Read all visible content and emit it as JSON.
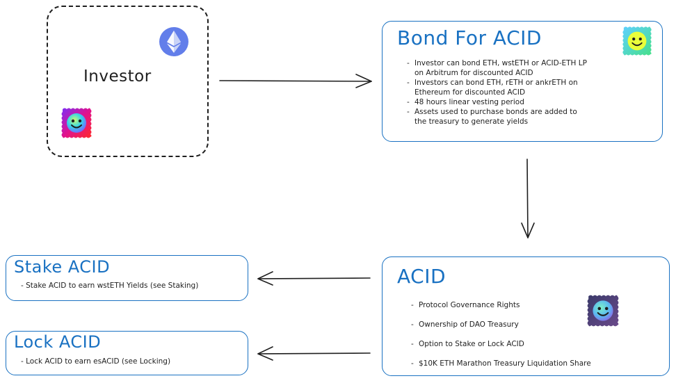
{
  "investor": {
    "label": "Investor",
    "icons": [
      "ethereum-icon",
      "smiley-stamp-icon"
    ]
  },
  "bond": {
    "title": "Bond For ACID",
    "bullets": [
      [
        "Investor can bond ETH, wstETH or ACID-ETH LP",
        "on Arbitrum for discounted ACID"
      ],
      [
        "Investors can bond ETH, rETH or ankrETH on",
        "Ethereum for discounted ACID"
      ],
      [
        "48 hours linear vesting period"
      ],
      [
        "Assets used to purchase bonds are added to",
        "the treasury to generate yields"
      ]
    ]
  },
  "acid": {
    "title": "ACID",
    "bullets": [
      "Protocol Governance Rights",
      "Ownership of DAO Treasury",
      "Option to Stake or Lock ACID",
      "$10K ETH Marathon Treasury Liquidation Share"
    ]
  },
  "stake": {
    "title": "Stake ACID",
    "text": "- Stake ACID to earn wstETH Yields (see Staking)"
  },
  "lock": {
    "title": "Lock ACID",
    "text": "- Lock ACID to earn esACID (see Locking)"
  },
  "colors": {
    "accent_blue": "#1971c2",
    "stroke": "#1e1e1e",
    "eth_purple": "#627eea"
  }
}
